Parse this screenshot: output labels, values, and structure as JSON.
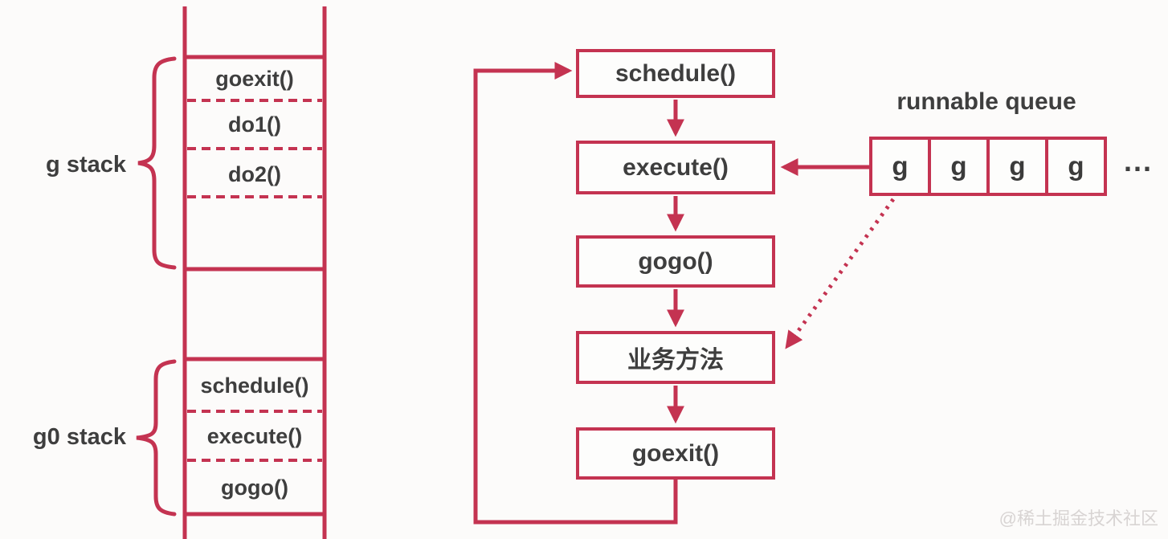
{
  "colors": {
    "accent": "#c43351",
    "text": "#3e3e3e",
    "watermark_text": "#d8d4d3",
    "background": "#fcfbfa"
  },
  "left_stack": {
    "g_stack_label": "g stack",
    "g0_stack_label": "g0 stack",
    "g_frames": [
      "goexit()",
      "do1()",
      "do2()"
    ],
    "g0_frames": [
      "schedule()",
      "execute()",
      "gogo()"
    ]
  },
  "flowchart": {
    "nodes": [
      "schedule()",
      "execute()",
      "gogo()",
      "业务方法",
      "goexit()"
    ]
  },
  "queue": {
    "title": "runnable queue",
    "cells": [
      "g",
      "g",
      "g",
      "g"
    ],
    "ellipsis": "..."
  },
  "watermark": "@稀土掘金技术社区"
}
